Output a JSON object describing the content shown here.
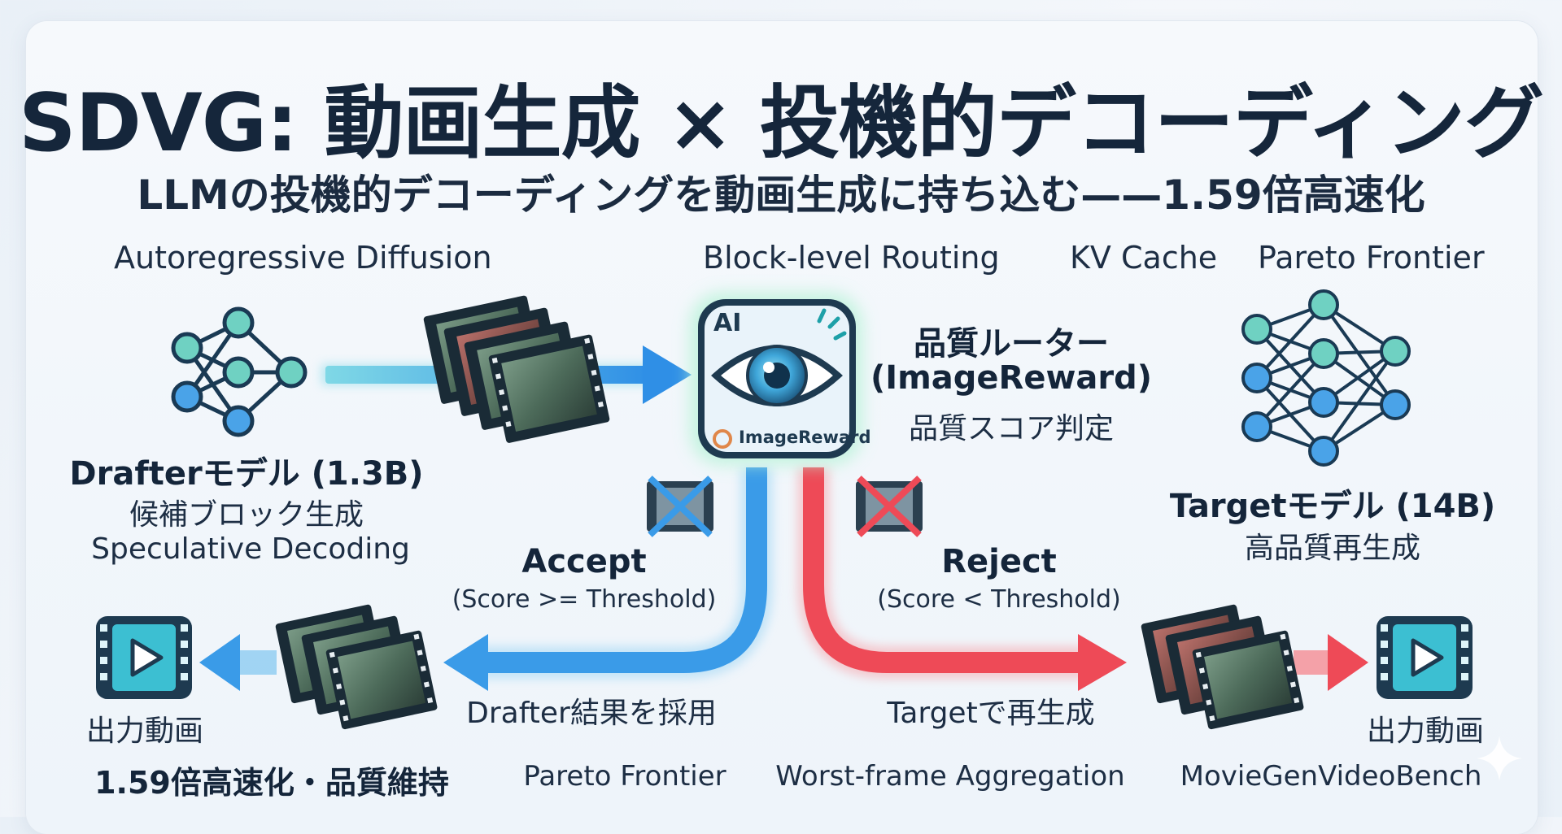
{
  "title": "SDVG: 動画生成 × 投機的デコーディング",
  "subtitle": "LLMの投機的デコーディングを動画生成に持ち込む——1.59倍高速化",
  "keywords": [
    "Autoregressive Diffusion",
    "Block-level Routing",
    "KV Cache",
    "Pareto Frontier"
  ],
  "drafter": {
    "name": "Drafterモデル (1.3B)",
    "line1": "候補ブロック生成",
    "line2": "Speculative Decoding"
  },
  "router": {
    "name": "品質ルーター",
    "sub": "(ImageReward)",
    "desc": "品質スコア判定",
    "badge_ai": "AI",
    "badge_label": "ImageReward"
  },
  "target": {
    "name": "Targetモデル (14B)",
    "desc": "高品質再生成"
  },
  "accept": {
    "label": "Accept",
    "cond": "(Score >= Threshold)",
    "action": "Drafter結果を採用"
  },
  "reject": {
    "label": "Reject",
    "cond": "(Score < Threshold)",
    "action": "Targetで再生成"
  },
  "output_left": {
    "label": "出力動画",
    "result": "1.59倍高速化・品質維持"
  },
  "output_right": {
    "label": "出力動画"
  },
  "bottom_terms": [
    "Pareto Frontier",
    "Worst-frame Aggregation",
    "MovieGenVideoBench"
  ],
  "colors": {
    "accept_blue": "#2f8fe6",
    "reject_red": "#ee4a57",
    "node_teal": "#6fd1c2",
    "node_blue": "#4aa3e8",
    "dark": "#1a3a54"
  }
}
